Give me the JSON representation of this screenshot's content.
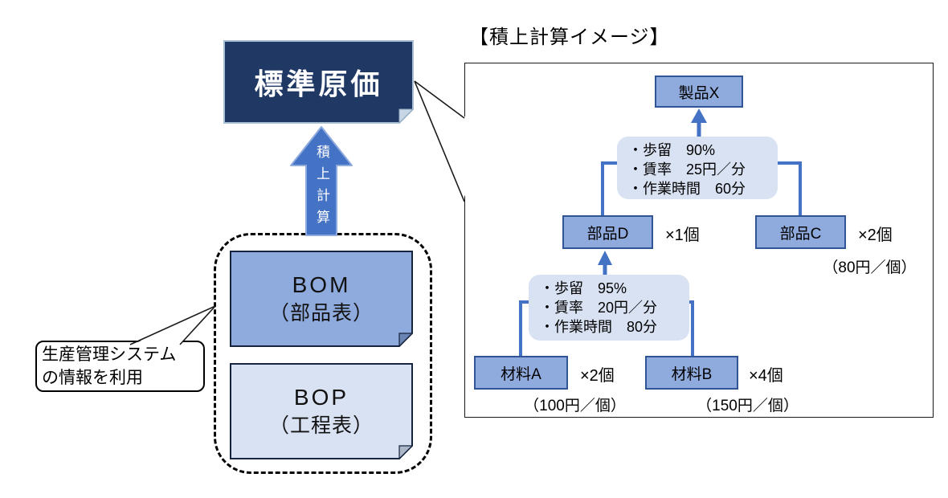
{
  "colors": {
    "navy": "#1F3864",
    "medium_blue": "#8FAADC",
    "light_blue": "#D9E2F3",
    "connector_blue": "#4472C4",
    "box_border": "#2F5597"
  },
  "left": {
    "standard_cost_label": "標準原価",
    "rollup_arrow_label": "積上計算",
    "bom_title": "BOM",
    "bom_subtitle": "（部品表）",
    "bop_title": "BOP",
    "bop_subtitle": "（工程表）",
    "callout_line1": "生産管理システム",
    "callout_line2": "の情報を利用"
  },
  "right": {
    "title": "【積上計算イメージ】",
    "product_label": "製品X",
    "process_top": {
      "line1": "・歩留　90%",
      "line2": "・賃率　25円／分",
      "line3": "・作業時間　60分"
    },
    "part_d": {
      "label": "部品D",
      "qty": "×1個"
    },
    "part_c": {
      "label": "部品C",
      "qty": "×2個",
      "price": "（80円／個）"
    },
    "process_bottom": {
      "line1": "・歩留　95%",
      "line2": "・賃率　20円／分",
      "line3": "・作業時間　80分"
    },
    "material_a": {
      "label": "材料A",
      "qty": "×2個",
      "price": "（100円／個）"
    },
    "material_b": {
      "label": "材料B",
      "qty": "×4個",
      "price": "（150円／個）"
    }
  }
}
